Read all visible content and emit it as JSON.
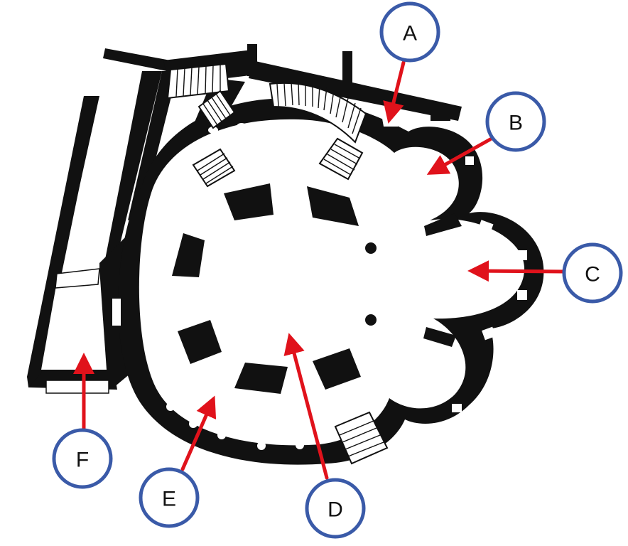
{
  "diagram": {
    "colors": {
      "wall": "#111111",
      "floor": "#ffffff",
      "arrow": "#e0121b",
      "label_border": "#3a5aa8",
      "label_fill": "#ffffff"
    },
    "labels": [
      {
        "id": "A",
        "text": "A"
      },
      {
        "id": "B",
        "text": "B"
      },
      {
        "id": "C",
        "text": "C"
      },
      {
        "id": "D",
        "text": "D"
      },
      {
        "id": "E",
        "text": "E"
      },
      {
        "id": "F",
        "text": "F"
      }
    ]
  }
}
